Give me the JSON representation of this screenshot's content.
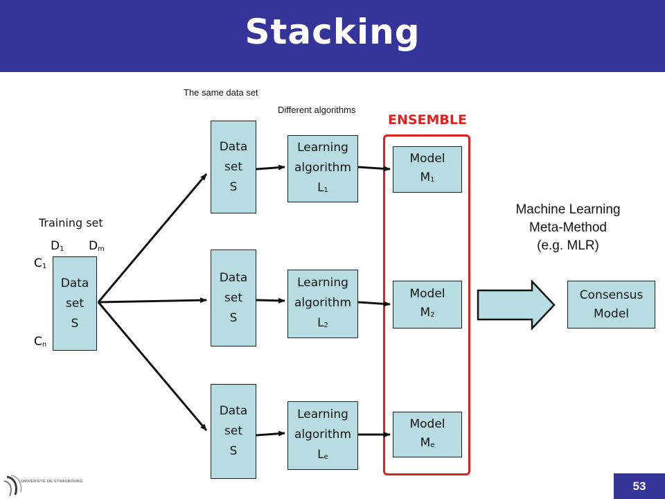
{
  "title": "Stacking",
  "annotations": {
    "same_data": "The same data set",
    "different_algorithms": "Different algorithms"
  },
  "ensemble_label": "ENSEMBLE",
  "training": {
    "label": "Training set",
    "d1": "D",
    "d1_sub": "1",
    "dm": "D",
    "dm_sub": "m",
    "c1": "C",
    "c1_sub": "1",
    "cn": "C",
    "cn_sub": "n",
    "box": [
      "Data",
      "set",
      "S"
    ]
  },
  "rows": [
    {
      "dataset": [
        "Data",
        "set",
        "S"
      ],
      "algorithm": [
        "Learning",
        "algorithm"
      ],
      "alg_letter": "L",
      "alg_sub": "1",
      "model": "Model",
      "model_letter": "M",
      "model_sub": "1"
    },
    {
      "dataset": [
        "Data",
        "set",
        "S"
      ],
      "algorithm": [
        "Learning",
        "algorithm"
      ],
      "alg_letter": "L",
      "alg_sub": "2",
      "model": "Model",
      "model_letter": "M",
      "model_sub": "2"
    },
    {
      "dataset": [
        "Data",
        "set",
        "S"
      ],
      "algorithm": [
        "Learning",
        "algorithm"
      ],
      "alg_letter": "L",
      "alg_sub": "e",
      "model": "Model",
      "model_letter": "M",
      "model_sub": "e"
    }
  ],
  "meta_method": [
    "Machine Learning",
    "Meta-Method",
    "(e.g. MLR)"
  ],
  "consensus": [
    "Consensus",
    "Model"
  ],
  "page_number": "53",
  "logo_text": "UNIVERSITÉ DE STRASBOURG",
  "colors": {
    "title_bar": "#35349a",
    "box_fill": "#b7dde2",
    "ensemble_red": "#e0201c"
  }
}
